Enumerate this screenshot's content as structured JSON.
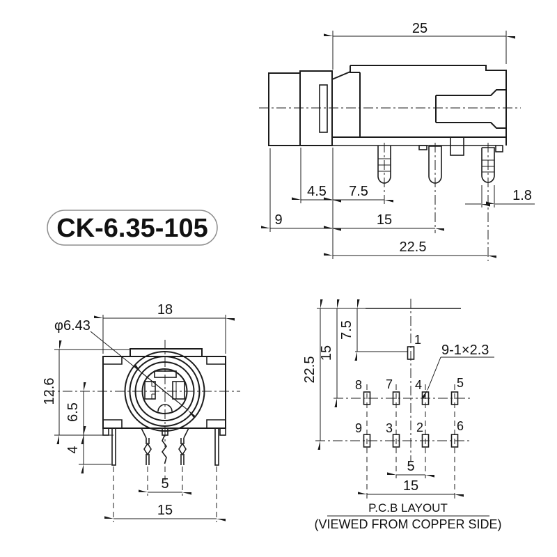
{
  "part": {
    "number": "CK-6.35-105"
  },
  "side_view": {
    "dim_total_length": "25",
    "dim_nut_length": "4.5",
    "dim_pin1_offset": "7.5",
    "dim_pin_width": "1.8",
    "dim_bushing_length": "9",
    "dim_pin2_offset": "15",
    "dim_pin3_offset": "22.5"
  },
  "front_view": {
    "dim_body_width": "18",
    "dim_jack_diameter": "φ6.43",
    "dim_body_height": "12.6",
    "dim_center_to_bottom": "6.5",
    "dim_pin_length": "4",
    "dim_inner_pin_pitch": "5",
    "dim_outer_pin_pitch": "15"
  },
  "pcb_layout": {
    "dim_row1_offset": "7.5",
    "dim_row2_offset": "15",
    "dim_row3_offset": "22.5",
    "hole_spec": "9-1×2.3",
    "dim_inner_pitch": "5",
    "dim_outer_pitch": "15",
    "pins": [
      "1",
      "8",
      "7",
      "4",
      "5",
      "9",
      "3",
      "2",
      "6"
    ],
    "caption": "P.C.B LAYOUT",
    "caption_note": "(VIEWED FROM COPPER SIDE)"
  },
  "colors": {
    "line": "#1b1b1b",
    "background": "#ffffff"
  }
}
